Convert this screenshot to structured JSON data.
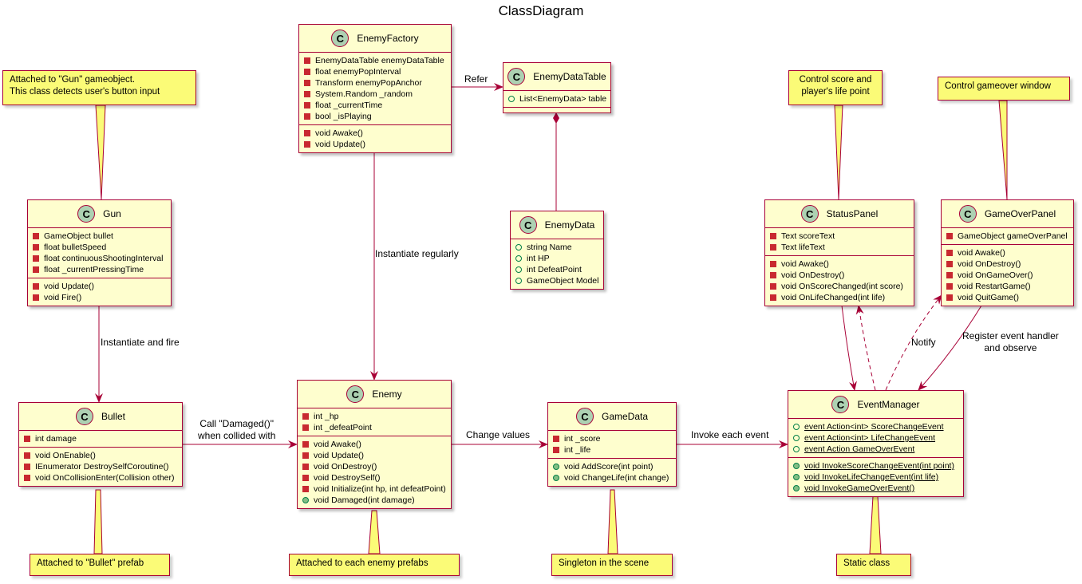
{
  "title": "ClassDiagram",
  "classes": {
    "EnemyFactory": {
      "name": "EnemyFactory",
      "fields": [
        "EnemyDataTable enemyDataTable",
        "float enemyPopInterval",
        "Transform enemyPopAnchor",
        "System.Random _random",
        "float _currentTime",
        "bool _isPlaying"
      ],
      "methods": [
        "void Awake()",
        "void Update()"
      ]
    },
    "EnemyDataTable": {
      "name": "EnemyDataTable",
      "fields": [
        "List<EnemyData> table"
      ]
    },
    "EnemyData": {
      "name": "EnemyData",
      "fields": [
        "string Name",
        "int HP",
        "int DefeatPoint",
        "GameObject Model"
      ]
    },
    "Gun": {
      "name": "Gun",
      "fields": [
        "GameObject bullet",
        "float bulletSpeed",
        "float continuousShootingInterval",
        "float _currentPressingTime"
      ],
      "methods": [
        "void Update()",
        "void Fire()"
      ]
    },
    "Bullet": {
      "name": "Bullet",
      "fields": [
        "int damage"
      ],
      "methods": [
        "void OnEnable()",
        "IEnumerator DestroySelfCoroutine()",
        "void OnCollisionEnter(Collision other)"
      ]
    },
    "Enemy": {
      "name": "Enemy",
      "fields": [
        "int _hp",
        "int _defeatPoint"
      ],
      "methods": [
        "void Awake()",
        "void Update()",
        "void OnDestroy()",
        "void DestroySelf()",
        "void Initialize(int hp, int defeatPoint)",
        "void Damaged(int damage)"
      ]
    },
    "GameData": {
      "name": "GameData",
      "fields": [
        "int _score",
        "int _life"
      ],
      "methods": [
        "void AddScore(int point)",
        "void ChangeLife(int change)"
      ]
    },
    "StatusPanel": {
      "name": "StatusPanel",
      "fields": [
        "Text scoreText",
        "Text lifeText"
      ],
      "methods": [
        "void Awake()",
        "void OnDestroy()",
        "void OnScoreChanged(int score)",
        "void OnLifeChanged(int life)"
      ]
    },
    "GameOverPanel": {
      "name": "GameOverPanel",
      "fields": [
        "GameObject gameOverPanel"
      ],
      "methods": [
        "void Awake()",
        "void OnDestroy()",
        "void OnGameOver()",
        "void RestartGame()",
        "void QuitGame()"
      ]
    },
    "EventManager": {
      "name": "EventManager",
      "fields": [
        "event Action<int> ScoreChangeEvent",
        "event Action<int> LifeChangeEvent",
        "event Action GameOverEvent"
      ],
      "methods": [
        "void InvokeScoreChangeEvent(int point)",
        "void InvokeLifeChangeEvent(int life)",
        "void InvokeGameOverEvent()"
      ]
    }
  },
  "notes": {
    "gun": "Attached to \"Gun\" gameobject.\nThis class detects user's button input",
    "bullet": "Attached to \"Bullet\" prefab",
    "enemy": "Attached to each enemy prefabs",
    "gamedata": "Singleton in the scene",
    "status": "Control score and\nplayer's life point",
    "gameover": "Control gameover window",
    "eventmanager": "Static class"
  },
  "relations": {
    "refer": "Refer",
    "instantiate_regularly": "Instantiate regularly",
    "instantiate_fire": "Instantiate and fire",
    "damaged": "Call \"Damaged()\"\nwhen collided with",
    "change_values": "Change values",
    "invoke_each": "Invoke each event",
    "notify": "Notify",
    "register": "Register event handler\nand observe"
  },
  "colors": {
    "class_fill": "#FEFECE",
    "border": "#A80036",
    "note_fill": "#FBFB77",
    "badge": "#ADD1B2",
    "private": "#C82930",
    "public": "#84BE84"
  }
}
